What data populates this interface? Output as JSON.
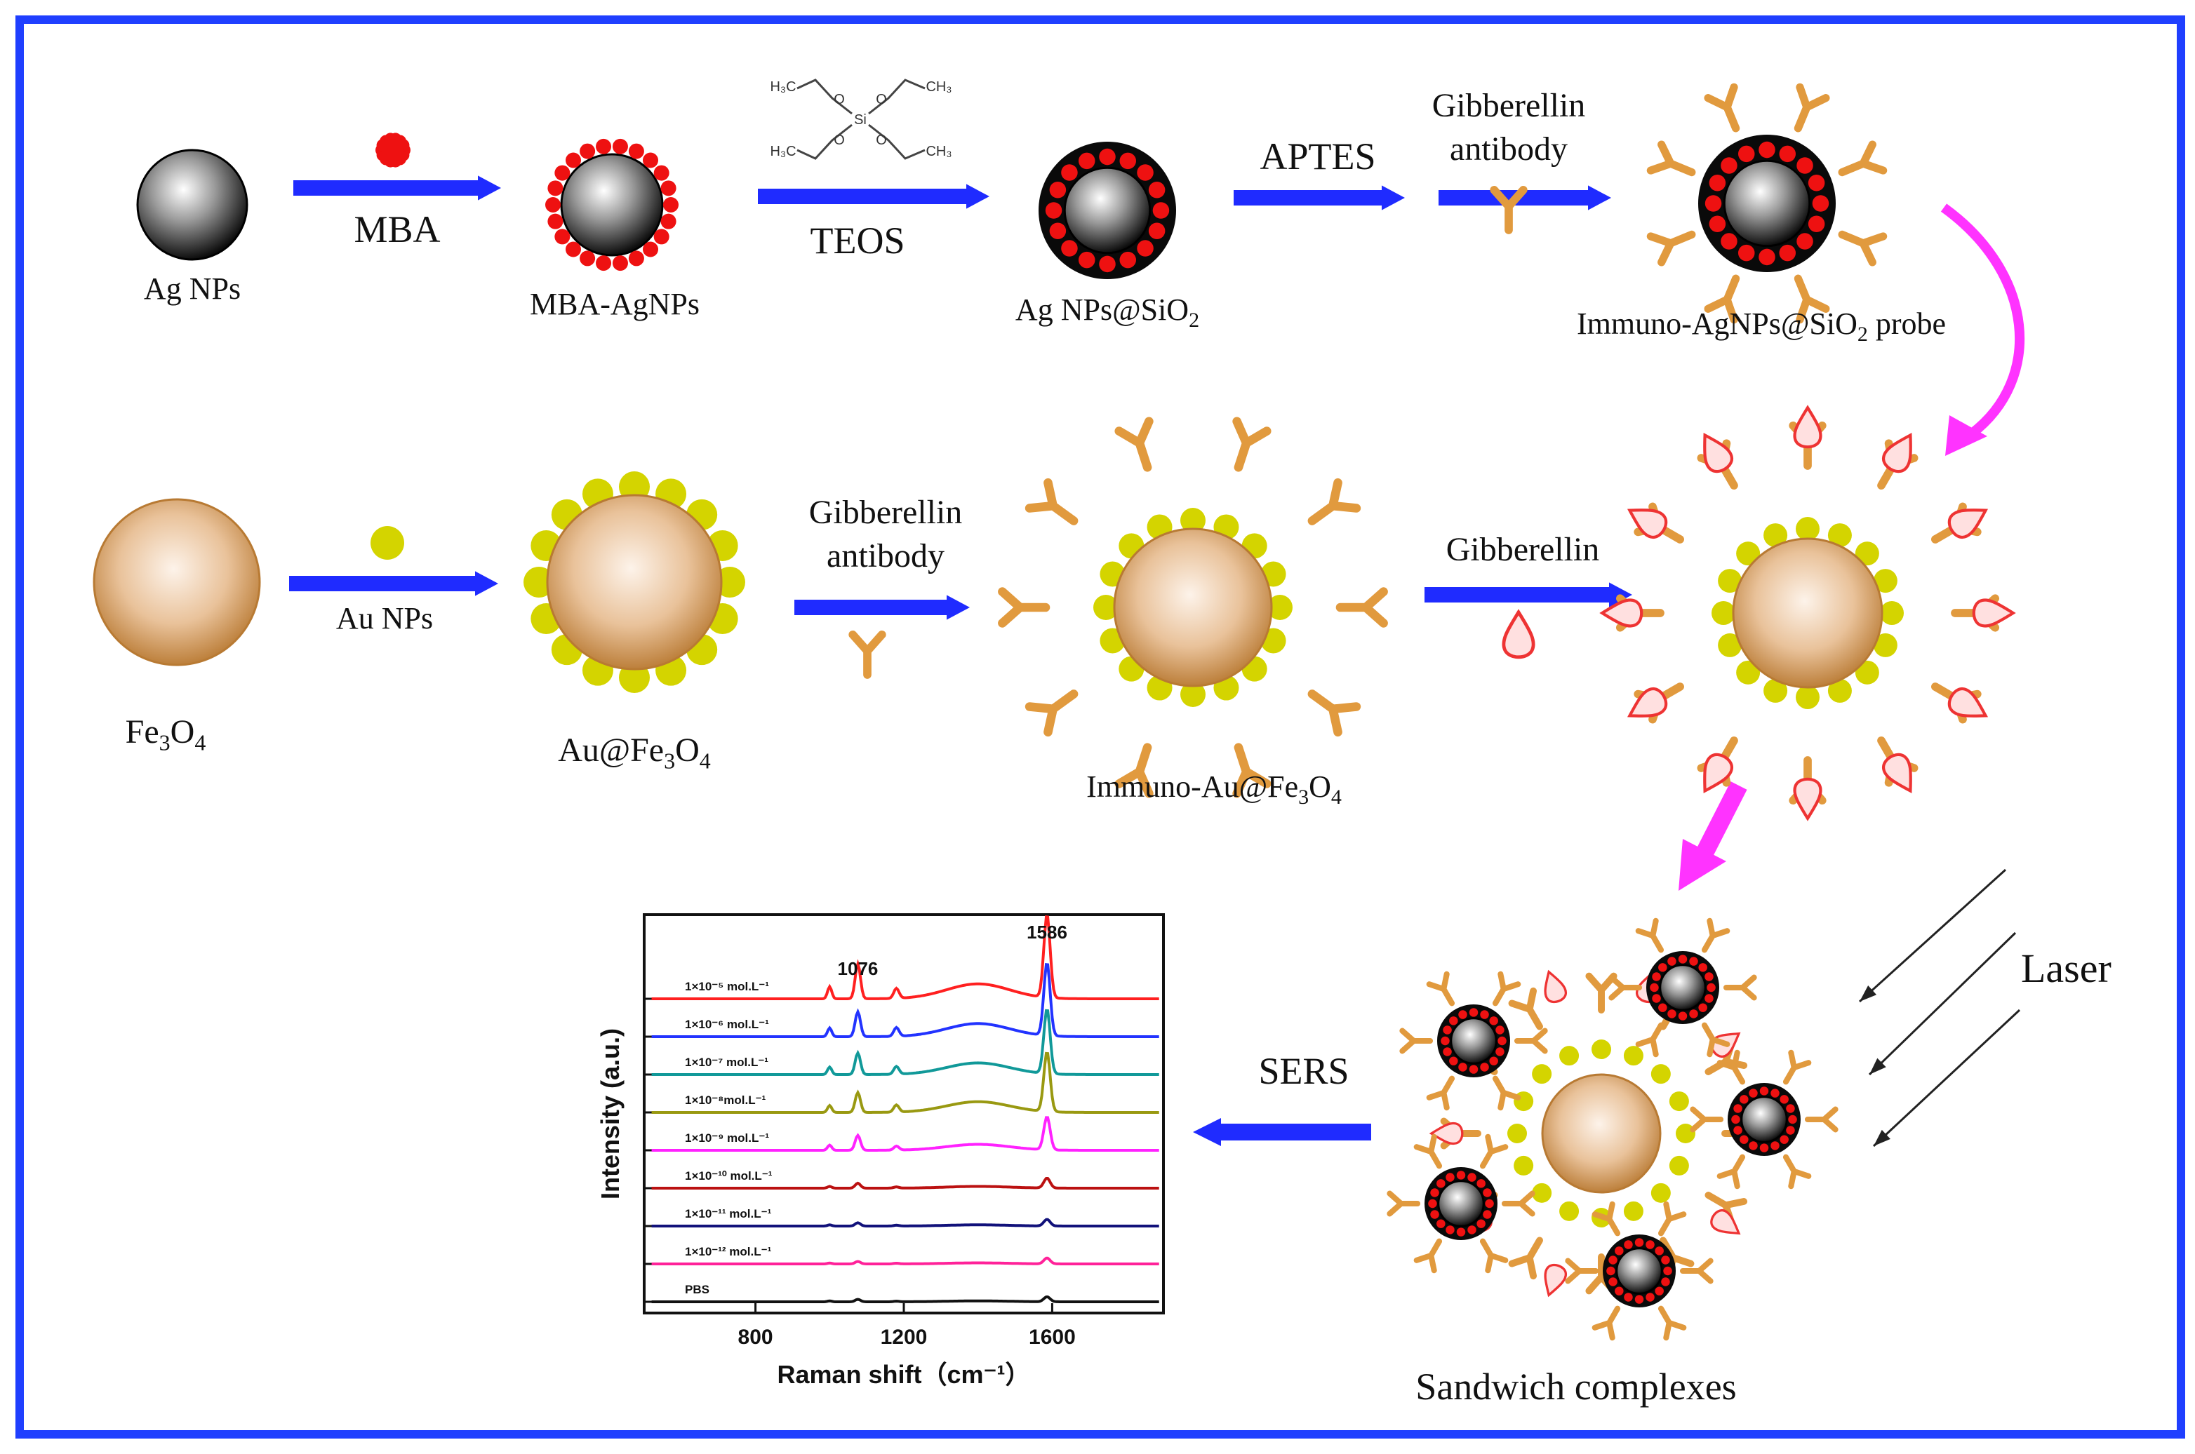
{
  "colors": {
    "border": "#1f3fff",
    "arrow_blue": "#1f2bff",
    "arrow_magenta": "#ff33ff",
    "silver_dark": "#1a1a1a",
    "silver_light": "#f4f4f4",
    "mba_red": "#ee1111",
    "gold_particle": "#d4d400",
    "fe3o4_light": "#fbeee0",
    "fe3o4_dark": "#c9893f",
    "antibody": "#e19a3e",
    "gibberellin": "#ee3333"
  },
  "row1": {
    "ag_np": "Ag NPs",
    "mba": "MBA",
    "mba_agnp": "MBA-AgNPs",
    "teos": "TEOS",
    "ag_sio2": "Ag NPs@SiO",
    "ag_sio2_sub": "2",
    "aptes": "APTES",
    "gibberellin_antibody_line1": "Gibberellin",
    "gibberellin_antibody_line2": "antibody",
    "probe_pre": "Immuno-AgNPs@SiO",
    "probe_sub": "2",
    "probe_post": " probe"
  },
  "teos_structure": {
    "h3c_top": "H₃C",
    "h3c_bottom": "H₃C",
    "ch3_top": "CH₃",
    "ch3_bottom": "CH₃",
    "si": "Si",
    "o": "O"
  },
  "row2": {
    "fe3o4_pre": "Fe",
    "fe3o4_sub1": "3",
    "fe3o4_mid": "O",
    "fe3o4_sub2": "4",
    "au_nps": "Au NPs",
    "au_fe3o4_pre": "Au@Fe",
    "au_fe3o4_sub1": "3",
    "au_fe3o4_mid": "O",
    "au_fe3o4_sub2": "4",
    "gibberellin_antibody_line1": "Gibberellin",
    "gibberellin_antibody_line2": "antibody",
    "immuno_pre": "Immuno-Au@Fe",
    "immuno_sub1": "3",
    "immuno_mid": "O",
    "immuno_sub2": "4",
    "gibberellin": "Gibberellin"
  },
  "row3": {
    "laser": "Laser",
    "sers": "SERS",
    "sandwich": "Sandwich complexes"
  },
  "chart_data": {
    "type": "line",
    "xlabel": "Raman shift（cm⁻¹）",
    "ylabel": "Intensity (a.u.)",
    "xlim": [
      500,
      1900
    ],
    "xticks": [
      800,
      1200,
      1600
    ],
    "annotations": [
      {
        "text": "1076",
        "x": 1076
      },
      {
        "text": "1586",
        "x": 1586
      }
    ],
    "series": [
      {
        "name": "1×10⁻⁵ mol.L⁻¹",
        "color": "#ff2020",
        "peak_1586": 1.0,
        "peak_1076": 0.42
      },
      {
        "name": "1×10⁻⁶ mol.L⁻¹",
        "color": "#2233ff",
        "peak_1586": 0.88,
        "peak_1076": 0.3
      },
      {
        "name": "1×10⁻⁷ mol.L⁻¹",
        "color": "#119999",
        "peak_1586": 0.78,
        "peak_1076": 0.26
      },
      {
        "name": "1×10⁻⁸mol.L⁻¹",
        "color": "#999911",
        "peak_1586": 0.72,
        "peak_1076": 0.24
      },
      {
        "name": "1×10⁻⁹ mol.L⁻¹",
        "color": "#ff22ff",
        "peak_1586": 0.4,
        "peak_1076": 0.18
      },
      {
        "name": "1×10⁻¹⁰ mol.L⁻¹",
        "color": "#bb1111",
        "peak_1586": 0.12,
        "peak_1076": 0.06
      },
      {
        "name": "1×10⁻¹¹ mol.L⁻¹",
        "color": "#11117a",
        "peak_1586": 0.08,
        "peak_1076": 0.04
      },
      {
        "name": "1×10⁻¹² mol.L⁻¹",
        "color": "#ff2299",
        "peak_1586": 0.07,
        "peak_1076": 0.03
      },
      {
        "name": "PBS",
        "color": "#111111",
        "peak_1586": 0.06,
        "peak_1076": 0.03
      }
    ]
  }
}
